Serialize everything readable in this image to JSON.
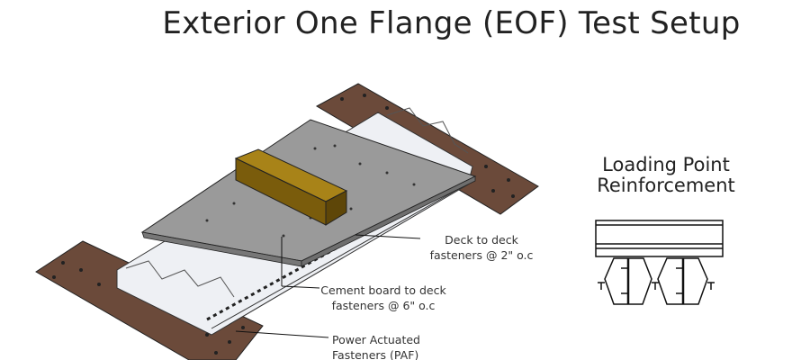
{
  "title": "Exterior One Flange (EOF) Test Setup",
  "detail": {
    "title_line1": "Loading Point",
    "title_line2": "Reinforcement"
  },
  "labels": {
    "deck_fasteners_1": "Deck to deck",
    "deck_fasteners_2": "fasteners @ 2\" o.c",
    "board_fasteners_1": "Cement board to deck",
    "board_fasteners_2": "fasteners @ 6\" o.c",
    "paf_1": "Power Actuated",
    "paf_2": "Fasteners (PAF)"
  },
  "colors": {
    "wood": "#6b4a3a",
    "board": "#9a9a9a",
    "beam": "#8a6a10",
    "deck": "#eef0f4"
  }
}
